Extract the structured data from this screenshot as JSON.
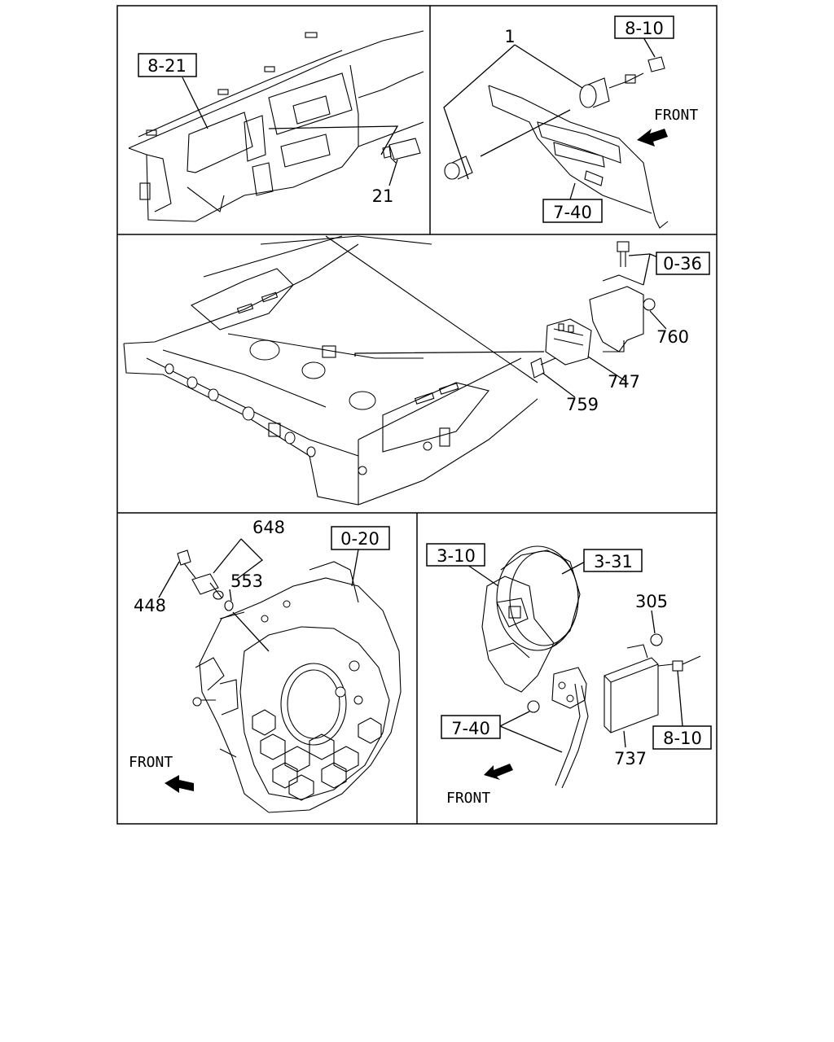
{
  "panels": [
    {
      "id": "dashboard",
      "boxed_labels": [
        "8-21"
      ],
      "labels": [
        "21"
      ]
    },
    {
      "id": "dash-switch",
      "boxed_labels": [
        "8-10",
        "7-40"
      ],
      "labels": [
        "1"
      ],
      "direction_label": "FRONT"
    },
    {
      "id": "frame",
      "boxed_labels": [
        "0-36"
      ],
      "labels": [
        "760",
        "747",
        "759"
      ]
    },
    {
      "id": "flywheel-housing",
      "boxed_labels": [
        "0-20"
      ],
      "labels": [
        "648",
        "553",
        "448"
      ],
      "direction_label": "FRONT"
    },
    {
      "id": "engine-bracket",
      "boxed_labels": [
        "3-10",
        "3-31",
        "7-40",
        "8-10"
      ],
      "labels": [
        "305",
        "737"
      ],
      "direction_label": "FRONT"
    }
  ]
}
